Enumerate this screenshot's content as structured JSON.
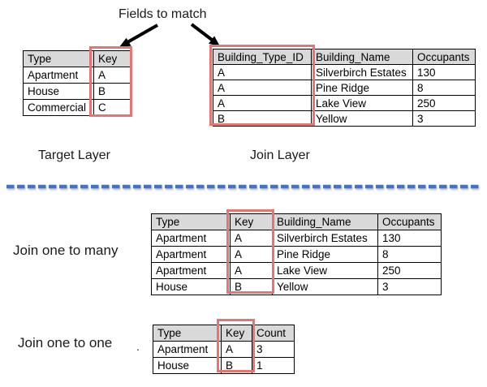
{
  "fields_to_match_label": "Fields to match",
  "stray_period": ".",
  "colors": {
    "table_header_bg": "#D9D9D9",
    "highlight_red": "#E77471",
    "divider_blue": "#4472C4",
    "arrow_black": "#000000"
  },
  "top": {
    "target": {
      "caption": "Target Layer",
      "table": {
        "headers": [
          "Type",
          "Key"
        ],
        "rows": [
          [
            "Apartment",
            "A"
          ],
          [
            "House",
            "B"
          ],
          [
            "Commercial",
            "C"
          ]
        ],
        "highlighted_column": "Key"
      }
    },
    "join": {
      "caption": "Join Layer",
      "table": {
        "headers": [
          "Building_Type_ID",
          "Building_Name",
          "Occupants"
        ],
        "rows": [
          [
            "A",
            "Silverbirch Estates",
            "130"
          ],
          [
            "A",
            "Pine Ridge",
            "8"
          ],
          [
            "A",
            "Lake View",
            "250"
          ],
          [
            "B",
            "Yellow",
            "3"
          ]
        ],
        "highlighted_column": "Building_Type_ID"
      }
    }
  },
  "bottom": {
    "one_to_many": {
      "caption": "Join one to many",
      "table": {
        "headers": [
          "Type",
          "Key",
          "Building_Name",
          "Occupants"
        ],
        "rows": [
          [
            "Apartment",
            "A",
            "Silverbirch Estates",
            "130"
          ],
          [
            "Apartment",
            "A",
            "Pine Ridge",
            "8"
          ],
          [
            "Apartment",
            "A",
            "Lake View",
            "250"
          ],
          [
            "House",
            "B",
            "Yellow",
            "3"
          ]
        ],
        "highlighted_column": "Key"
      }
    },
    "one_to_one": {
      "caption": "Join one to one",
      "table": {
        "headers": [
          "Type",
          "Key",
          "Count"
        ],
        "rows": [
          [
            "Apartment",
            "A",
            "3"
          ],
          [
            "House",
            "B",
            "1"
          ]
        ],
        "highlighted_column": "Key"
      }
    }
  }
}
